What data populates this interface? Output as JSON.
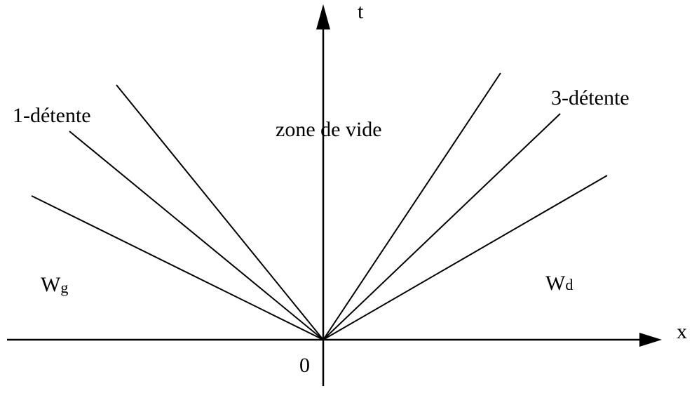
{
  "labels": {
    "t_axis": "t",
    "x_axis": "x",
    "origin": "0",
    "vacuum_zone": "zone de vide",
    "wave_1": "1-détente",
    "wave_3": "3-détente",
    "left_state_main": "W",
    "left_state_sub": "g",
    "right_state_main": "W",
    "right_state_sub": "d"
  },
  "colors": {
    "ink": "#000000",
    "background": "#ffffff"
  }
}
